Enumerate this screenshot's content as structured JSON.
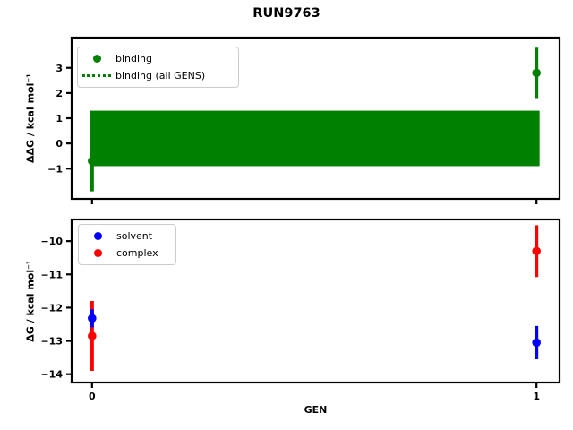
{
  "title": "RUN9763",
  "xlabel": "GEN",
  "colors": {
    "binding": "#008000",
    "solvent": "#0000ff",
    "complex": "#ff0000",
    "axes": "#000000",
    "legend_edge": "#cccccc"
  },
  "chart_data": [
    {
      "type": "errorbar",
      "ylabel": "ΔΔG / kcal mol⁻¹",
      "xlim": [
        -0.046,
        1.052
      ],
      "ylim": [
        -2.2,
        4.2
      ],
      "yticks": [
        3,
        2,
        1,
        0,
        -1
      ],
      "yticklabels": [
        "3",
        "2",
        "1",
        "0",
        "−1"
      ],
      "xticks": [
        0,
        1
      ],
      "xticklabels": [
        "",
        ""
      ],
      "grid": false,
      "legend_position": "upper left",
      "legend": [
        {
          "label": "binding",
          "marker": "dot",
          "color": "#008000"
        },
        {
          "label": "binding (all GENS)",
          "marker": "dotted-line",
          "color": "#008000"
        }
      ],
      "series": [
        {
          "name": "binding",
          "color": "#008000",
          "x": [
            0,
            1
          ],
          "y": [
            -0.7,
            2.8
          ],
          "yerr": [
            1.2,
            1.0
          ]
        }
      ],
      "band": {
        "name": "binding (all GENS)",
        "color": "#008000",
        "x_from": -0.005,
        "x_to": 1.007,
        "y_lo": -0.9,
        "y_hi": 1.3
      }
    },
    {
      "type": "errorbar",
      "ylabel": "ΔG / kcal mol⁻¹",
      "xlim": [
        -0.046,
        1.052
      ],
      "ylim": [
        -14.25,
        -9.35
      ],
      "yticks": [
        -10,
        -11,
        -12,
        -13,
        -14
      ],
      "yticklabels": [
        "−10",
        "−11",
        "−12",
        "−13",
        "−14"
      ],
      "xticks": [
        0,
        1
      ],
      "xticklabels": [
        "0",
        "1"
      ],
      "grid": false,
      "legend_position": "upper left",
      "legend": [
        {
          "label": "solvent",
          "marker": "dot",
          "color": "#0000ff"
        },
        {
          "label": "complex",
          "marker": "dot",
          "color": "#ff0000"
        }
      ],
      "series": [
        {
          "name": "complex",
          "color": "#ff0000",
          "x": [
            0,
            1
          ],
          "y": [
            -12.85,
            -10.3
          ],
          "yerr": [
            1.05,
            0.78
          ]
        },
        {
          "name": "solvent",
          "color": "#0000ff",
          "x": [
            0,
            1
          ],
          "y": [
            -12.32,
            -13.05
          ],
          "yerr": [
            0.27,
            0.5
          ]
        }
      ]
    }
  ]
}
